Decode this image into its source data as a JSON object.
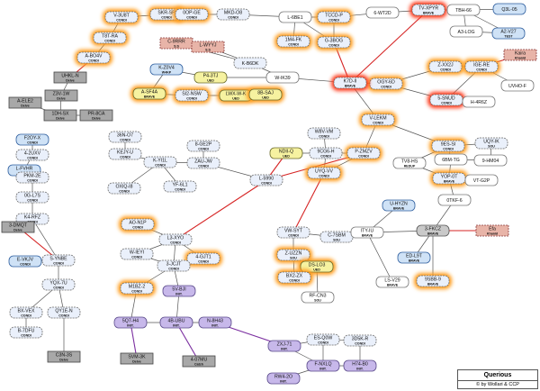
{
  "footer": {
    "title": "Querious",
    "credit": "© by Wollari & CCP"
  },
  "legend_colors": {
    "condi": "#eaf0fb",
    "inc": "#c7b8ea",
    "ued": "#f6f2a0",
    "sov": "#eeeeee",
    "npc": "#a8a8a8",
    "core": "#e8b4a8",
    "blue": "#cfe2f6",
    "glow_red": "#ff3a1a",
    "glow_orange": "#ff9c1a",
    "line_red": "#d62525",
    "line_purple": "#7b2fa0",
    "line_dark": "#555555"
  },
  "systems": [
    {
      "id": "s1",
      "name": "V-3U8T",
      "sub": "CONDI"
    },
    {
      "id": "s2",
      "name": "SKR-SP",
      "sub": "CONDI"
    },
    {
      "id": "s3",
      "name": "0OP-GE",
      "sub": "CONDI"
    },
    {
      "id": "s4",
      "name": "MKD-O8",
      "sub": "CONDI"
    },
    {
      "id": "s5",
      "name": "L-6BE1",
      "sub": ""
    },
    {
      "id": "s6",
      "name": "TCCD-P",
      "sub": "CONDI"
    },
    {
      "id": "s7",
      "name": "6-WT2D",
      "sub": ""
    },
    {
      "id": "s8",
      "name": "TV-XPYR",
      "sub": "BRAVE"
    },
    {
      "id": "s9",
      "name": "TBH-66",
      "sub": ""
    },
    {
      "id": "s10",
      "name": "Q3L-05",
      "sub": ""
    },
    {
      "id": "s11",
      "name": "T8T-RA",
      "sub": "CONDI"
    },
    {
      "id": "s12",
      "name": "C-9RRR",
      "sub": "S.S"
    },
    {
      "id": "s13",
      "name": "L-WYYJ",
      "sub": "S.S"
    },
    {
      "id": "s14",
      "name": "1M4-FK",
      "sub": "CONDI"
    },
    {
      "id": "s15",
      "name": "G-3BOG",
      "sub": "CONDI"
    },
    {
      "id": "s16",
      "name": "A3-LOG",
      "sub": ""
    },
    {
      "id": "s17",
      "name": "A2-V27",
      "sub": "TEST"
    },
    {
      "id": "s18",
      "name": "Kaira",
      "sub": "Khanid"
    },
    {
      "id": "s19",
      "name": "A-BO4V",
      "sub": "CONDI"
    },
    {
      "id": "s20",
      "name": "K-B6DK",
      "sub": ""
    },
    {
      "id": "s21",
      "name": "UHKL-N",
      "sub": "Delve"
    },
    {
      "id": "s22",
      "name": "K-Z0V4",
      "sub": "W4KP"
    },
    {
      "id": "s23",
      "name": "P4-3TJ",
      "sub": "UED"
    },
    {
      "id": "s24",
      "name": "W-IK39",
      "sub": ""
    },
    {
      "id": "s25",
      "name": "Z-XX2J",
      "sub": "CONDI"
    },
    {
      "id": "s26",
      "name": "IGE-RE",
      "sub": "CONDI"
    },
    {
      "id": "s27",
      "name": "OGY-6D",
      "sub": "CONDI"
    },
    {
      "id": "s28",
      "name": "K7D-II",
      "sub": "BRAVE"
    },
    {
      "id": "s29",
      "name": "UVHO-F",
      "sub": ""
    },
    {
      "id": "s30",
      "name": "Z3V-1W",
      "sub": "Delve"
    },
    {
      "id": "s31",
      "name": "A-SF4A",
      "sub": "BRAVE"
    },
    {
      "id": "s32",
      "name": "SI2-NSW",
      "sub": "CONDI"
    },
    {
      "id": "s33",
      "name": "LWX-W-K",
      "sub": "UED"
    },
    {
      "id": "s34",
      "name": "8B-SAJ",
      "sub": "UED"
    },
    {
      "id": "s35",
      "name": "5-SNUD",
      "sub": "CONDI"
    },
    {
      "id": "s36",
      "name": "H-4R6Z",
      "sub": ""
    },
    {
      "id": "s37",
      "name": "A-ELE2",
      "sub": "Delve"
    },
    {
      "id": "s38",
      "name": "1DH-SX",
      "sub": "Delve"
    },
    {
      "id": "s39",
      "name": "PR-8CA",
      "sub": "Delve"
    },
    {
      "id": "s40",
      "name": "V-LEKM",
      "sub": "CONDI"
    },
    {
      "id": "s41",
      "name": "F2OY-X",
      "sub": "CONDI"
    },
    {
      "id": "s42",
      "name": "36N-O7",
      "sub": "CONDI"
    },
    {
      "id": "s43",
      "name": "W8V-VM",
      "sub": "CONDI"
    },
    {
      "id": "s44",
      "name": "9ES-SI",
      "sub": "CONDI"
    },
    {
      "id": "s45",
      "name": "UQY-IK",
      "sub": "SOU"
    },
    {
      "id": "s46",
      "name": "4-2UXV",
      "sub": "CONDI"
    },
    {
      "id": "s47",
      "name": "KEJY-U",
      "sub": "CONDI"
    },
    {
      "id": "s48",
      "name": "8-GE2P",
      "sub": "CONDI"
    },
    {
      "id": "s49",
      "name": "NDII-Q",
      "sub": "UED"
    },
    {
      "id": "s50",
      "name": "9CG6-H",
      "sub": "CONDI"
    },
    {
      "id": "s51",
      "name": "P-ZMZV",
      "sub": "CONDI"
    },
    {
      "id": "s52",
      "name": "TV8-HS",
      "sub": "REDUP"
    },
    {
      "id": "s53",
      "name": "6BM-TG",
      "sub": ""
    },
    {
      "id": "s54",
      "name": "9-HM04",
      "sub": ""
    },
    {
      "id": "s55",
      "name": "L-FVHR",
      "sub": "CONDI"
    },
    {
      "id": "s56",
      "name": "K-YI1L",
      "sub": "CONDI"
    },
    {
      "id": "s57",
      "name": "ZAU-JW",
      "sub": "CONDI"
    },
    {
      "id": "s58",
      "name": "UYQ-VV",
      "sub": "CONDI"
    },
    {
      "id": "s59",
      "name": "YOP-0T",
      "sub": "BRAVE"
    },
    {
      "id": "s60",
      "name": "PKM-2E",
      "sub": "CONDI"
    },
    {
      "id": "s61",
      "name": "YF-6L1",
      "sub": "CONDI"
    },
    {
      "id": "s62",
      "name": "L-5990",
      "sub": "CONDI"
    },
    {
      "id": "s63",
      "name": "VT-G2P",
      "sub": ""
    },
    {
      "id": "s64",
      "name": "OXIQ-I8",
      "sub": "CONDI"
    },
    {
      "id": "s65",
      "name": "0G-L7S",
      "sub": "CONDI"
    },
    {
      "id": "s66",
      "name": "0TKF-6",
      "sub": ""
    },
    {
      "id": "s67",
      "name": "K4-RFZ",
      "sub": "CONDI"
    },
    {
      "id": "s68",
      "name": "AO-N1P",
      "sub": "CONDI"
    },
    {
      "id": "s69",
      "name": "U-HYZN",
      "sub": "BRAVE"
    },
    {
      "id": "s70",
      "name": "3-DMQT",
      "sub": "Delve"
    },
    {
      "id": "s71",
      "name": "L3-XYO",
      "sub": "CONDI"
    },
    {
      "id": "s72",
      "name": "VW-SYT",
      "sub": "CONDI"
    },
    {
      "id": "s73",
      "name": "C-7SBM",
      "sub": "SOU"
    },
    {
      "id": "s74",
      "name": "ITY-IU",
      "sub": "BRAVE"
    },
    {
      "id": "s75",
      "name": "3-FKCZ",
      "sub": "BRAVE"
    },
    {
      "id": "s76",
      "name": "Efa",
      "sub": "Khanid"
    },
    {
      "id": "s77",
      "name": "W-IEYI",
      "sub": "CONDI"
    },
    {
      "id": "s78",
      "name": "4-GJT1",
      "sub": "CONDI"
    },
    {
      "id": "s79",
      "name": "Z-UZZN",
      "sub": "SOU"
    },
    {
      "id": "s80",
      "name": "E-VKJV",
      "sub": "CONDI"
    },
    {
      "id": "s81",
      "name": "S-YNBE",
      "sub": "CONDI"
    },
    {
      "id": "s82",
      "name": "3-JCJT",
      "sub": "CONDI"
    },
    {
      "id": "s83",
      "name": "DS-LO3",
      "sub": "UED"
    },
    {
      "id": "s84",
      "name": "ED-L9T",
      "sub": "BRAVE"
    },
    {
      "id": "s85",
      "name": "BX2-ZX",
      "sub": "CONDI"
    },
    {
      "id": "s86",
      "name": "M1BZ-2",
      "sub": "CONDI"
    },
    {
      "id": "s87",
      "name": "LS-V29",
      "sub": "BRAVE"
    },
    {
      "id": "s88",
      "name": "9SBB-9",
      "sub": "BRAVE"
    },
    {
      "id": "s89",
      "name": "YQX-7U",
      "sub": "CONDI"
    },
    {
      "id": "s90",
      "name": "5V-BJI",
      "sub": "INIT."
    },
    {
      "id": "s91",
      "name": "RF-CN3",
      "sub": "SOU"
    },
    {
      "id": "s92",
      "name": "BX-VEX",
      "sub": "CONDI"
    },
    {
      "id": "s93",
      "name": "QY1E-N",
      "sub": "CONDI"
    },
    {
      "id": "s94",
      "name": "5Q7-H4",
      "sub": "INIT."
    },
    {
      "id": "s95",
      "name": "4B-UBU",
      "sub": "INIT."
    },
    {
      "id": "s96",
      "name": "N-8H43",
      "sub": "INIT."
    },
    {
      "id": "s97",
      "name": "B-7DFU",
      "sub": "CONDI"
    },
    {
      "id": "s98",
      "name": "ES-Q0W",
      "sub": "CONDI"
    },
    {
      "id": "s99",
      "name": "3D5K-R",
      "sub": "CONDI"
    },
    {
      "id": "s100",
      "name": "ZXJ-71",
      "sub": "INIT."
    },
    {
      "id": "s101",
      "name": "C3N-3S",
      "sub": "Delve"
    },
    {
      "id": "s102",
      "name": "SVM-3K",
      "sub": "Delve"
    },
    {
      "id": "s103",
      "name": "4-07MU",
      "sub": "Catch"
    },
    {
      "id": "s104",
      "name": "F-NXLQ",
      "sub": "INIT."
    },
    {
      "id": "s105",
      "name": "H74-B0",
      "sub": "INIT."
    },
    {
      "id": "s106",
      "name": "RW4-2O",
      "sub": "INIT."
    }
  ]
}
